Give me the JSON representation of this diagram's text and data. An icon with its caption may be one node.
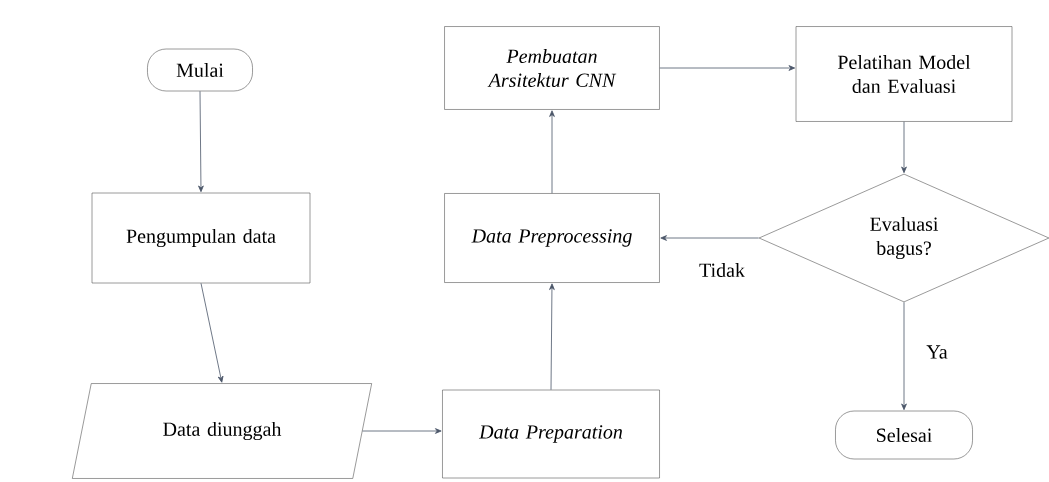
{
  "diagram": {
    "nodes": [
      {
        "text": [
          "Mulai"
        ]
      },
      {
        "text": [
          "Pengumpulan data"
        ]
      },
      {
        "text": [
          "Data diunggah"
        ]
      },
      {
        "text": [
          "Data Preparation"
        ]
      },
      {
        "text": [
          "Data Preprocessing"
        ]
      },
      {
        "text": [
          "Pembuatan Arsitektur CNN"
        ]
      },
      {
        "text": [
          "Pelatihan Model dan Evaluasi"
        ]
      },
      {
        "text": [
          "Evaluasi bagus?"
        ]
      },
      {
        "text": [
          "Selesai"
        ]
      }
    ],
    "edges": [
      {
        "from": 0,
        "to": 1,
        "arrow": "to"
      },
      {
        "from": 1,
        "to": 2,
        "arrow": "to"
      },
      {
        "from": 2,
        "to": 3,
        "arrow": "to"
      },
      {
        "from": 3,
        "to": 4,
        "arrow": "to"
      },
      {
        "from": 4,
        "to": 5,
        "arrow": "to"
      },
      {
        "from": 5,
        "to": 6,
        "arrow": "to"
      },
      {
        "from": 6,
        "to": 7,
        "arrow": "to"
      },
      {
        "from": 7,
        "to": 4,
        "arrow": "to",
        "label": "Tidak"
      },
      {
        "from": 7,
        "to": 8,
        "arrow": "to",
        "label": "Ya"
      }
    ]
  }
}
